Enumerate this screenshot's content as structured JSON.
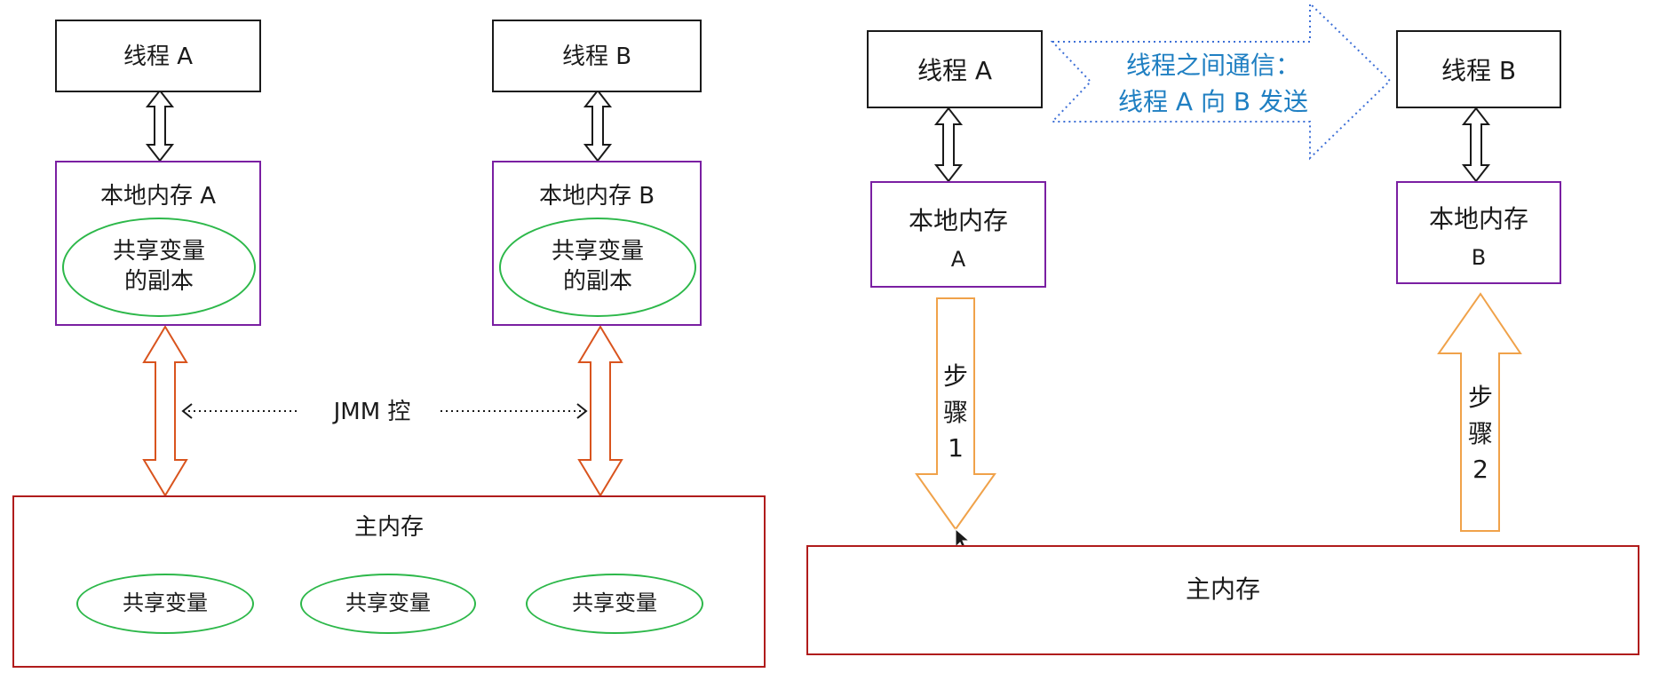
{
  "left": {
    "thread_a": "线程 A",
    "thread_b": "线程 B",
    "local_a": "本地内存 A",
    "local_b": "本地内存 B",
    "copy_line1": "共享变量",
    "copy_line2": "的副本",
    "jmm": "JMM 控",
    "main": "主内存",
    "shared": [
      "共享变量",
      "共享变量",
      "共享变量"
    ]
  },
  "right": {
    "thread_a": "线程 A",
    "thread_b": "线程 B",
    "local_a_line1": "本地内存",
    "local_a_line2": "A",
    "local_b_line1": "本地内存",
    "local_b_line2": "B",
    "comm_line1": "线程之间通信：",
    "comm_line2": "线程 A 向 B 发送",
    "step1": [
      "步",
      "骤",
      "1"
    ],
    "step2": [
      "步",
      "骤",
      "2"
    ],
    "main": "主内存"
  }
}
